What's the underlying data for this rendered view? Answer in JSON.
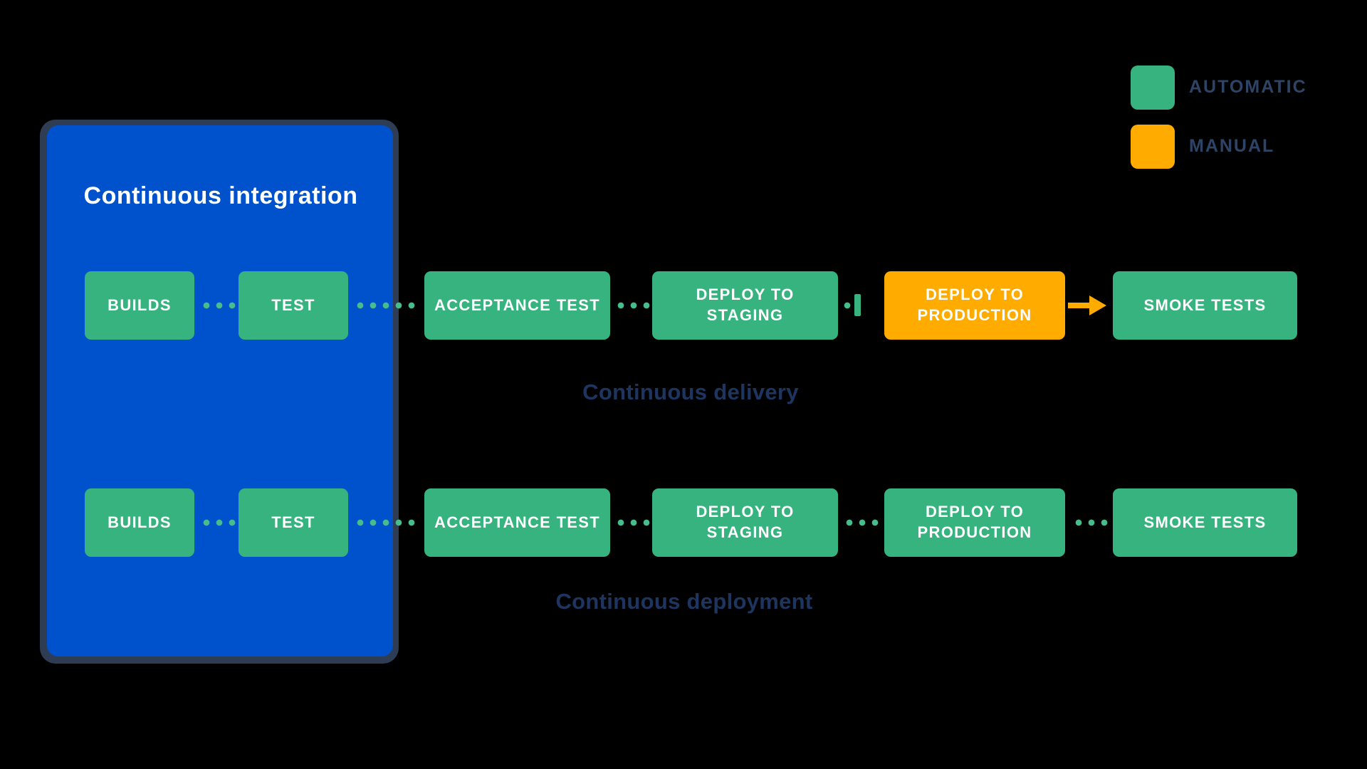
{
  "canvas": {
    "background": "#000000"
  },
  "colors": {
    "automatic": "#36B37E",
    "manual": "#FFAB00",
    "container": "#0052CC",
    "container_border": "#2E3D54",
    "dots": "#46BE8C",
    "caption": "#1E3560",
    "legend_text": "#2E4466",
    "node_text": "#FFFFFF"
  },
  "legend": {
    "items": [
      {
        "id": "automatic",
        "label": "AUTOMATIC",
        "color": "#36B37E"
      },
      {
        "id": "manual",
        "label": "MANUAL",
        "color": "#FFAB00"
      }
    ]
  },
  "container": {
    "title": "Continuous integration"
  },
  "rows": [
    {
      "caption": "Continuous delivery",
      "nodes": [
        {
          "label": "BUILDS",
          "type": "automatic"
        },
        {
          "label": "TEST",
          "type": "automatic"
        },
        {
          "label": "ACCEPTANCE TEST",
          "type": "automatic"
        },
        {
          "label": "DEPLOY TO STAGING",
          "type": "automatic"
        },
        {
          "label": "DEPLOY TO PRODUCTION",
          "type": "manual"
        },
        {
          "label": "SMOKE TESTS",
          "type": "automatic"
        }
      ]
    },
    {
      "caption": "Continuous deployment",
      "nodes": [
        {
          "label": "BUILDS",
          "type": "automatic"
        },
        {
          "label": "TEST",
          "type": "automatic"
        },
        {
          "label": "ACCEPTANCE TEST",
          "type": "automatic"
        },
        {
          "label": "DEPLOY TO STAGING",
          "type": "automatic"
        },
        {
          "label": "DEPLOY TO PRODUCTION",
          "type": "automatic"
        },
        {
          "label": "SMOKE TESTS",
          "type": "automatic"
        }
      ]
    }
  ]
}
